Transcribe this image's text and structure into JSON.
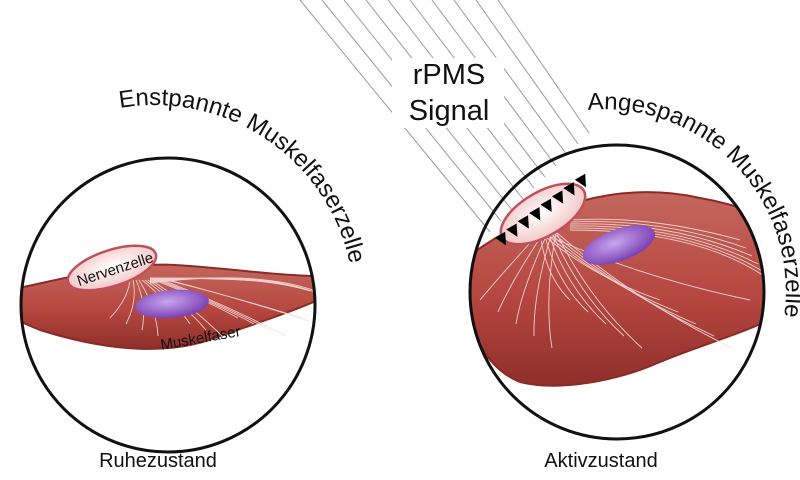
{
  "signal": {
    "line1": "rPMS",
    "line2": "Signal"
  },
  "left_panel": {
    "arc_label": "Enstpannte Muskelfaserzelle",
    "nerve_label": "Nervenzelle",
    "fiber_label": "Muskelfaser",
    "state_label": "Ruhezustand"
  },
  "right_panel": {
    "arc_label": "Angespannte Muskelfaserzelle",
    "state_label": "Aktivzustand"
  },
  "colors": {
    "muscle": "#b5463f",
    "muscle_dark": "#8a2b27",
    "nerve_fill": "#f6d4d2",
    "nerve_stroke": "#c0505a",
    "nucleus": "#8a4fc0",
    "lines": "#9a9a9a"
  }
}
